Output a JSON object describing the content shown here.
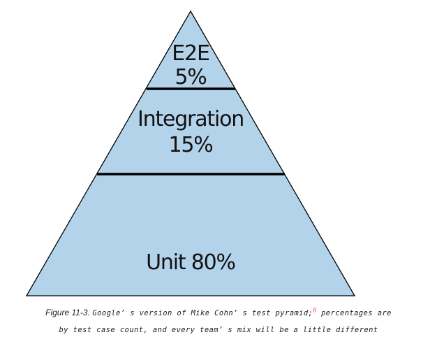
{
  "colors": {
    "fill": "#b3d3ea",
    "stroke": "#000000",
    "footnote_marker": "#e8503c"
  },
  "layers": [
    {
      "name": "E2E",
      "value": "5%"
    },
    {
      "name": "Integration",
      "value": "15%"
    },
    {
      "label": "Unit 80%"
    }
  ],
  "caption": {
    "figure_label": "Figure 11-3.",
    "text_1": "Google’ s version of Mike Cohn’ s test pyramid;",
    "footnote": "6",
    "text_2": " percentages are",
    "line_2": "by test case count, and every team’ s mix will be a little different"
  }
}
